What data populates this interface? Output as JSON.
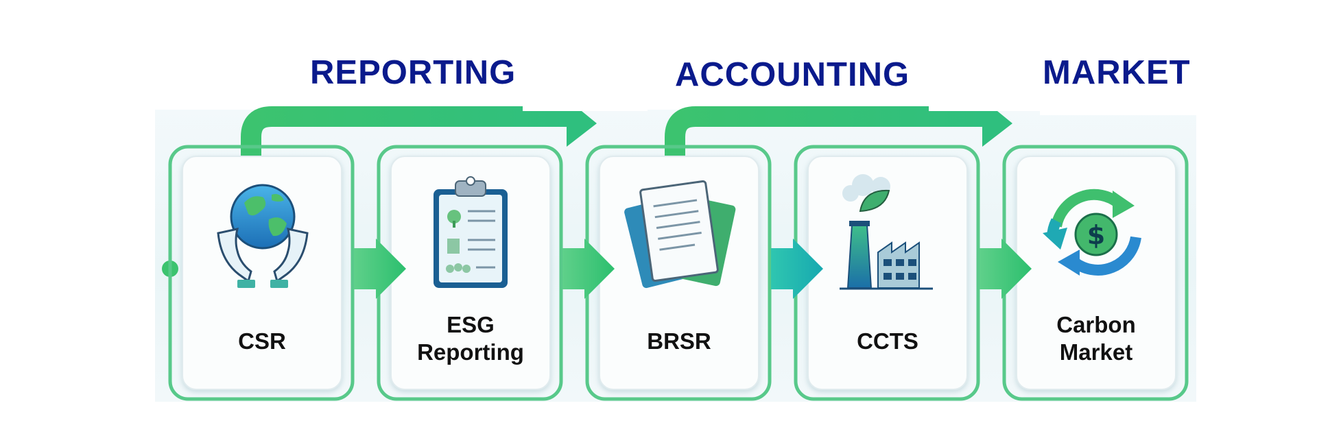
{
  "headings": [
    "REPORTING",
    "ACCOUNTING",
    "MARKET"
  ],
  "steps": [
    {
      "label_lines": [
        "CSR"
      ],
      "icon": "globe-in-hands-icon"
    },
    {
      "label_lines": [
        "ESG",
        "Reporting"
      ],
      "icon": "clipboard-report-icon"
    },
    {
      "label_lines": [
        "BRSR"
      ],
      "icon": "documents-icon"
    },
    {
      "label_lines": [
        "CCTS"
      ],
      "icon": "factory-leaf-icon"
    },
    {
      "label_lines": [
        "Carbon",
        "Market"
      ],
      "icon": "currency-cycle-icon"
    }
  ],
  "colors": {
    "heading": "#0a1a8c",
    "flow_green": "#3cc36f",
    "flow_teal": "#1fb5a6",
    "card_border": "#58c98a",
    "label": "#111111"
  }
}
